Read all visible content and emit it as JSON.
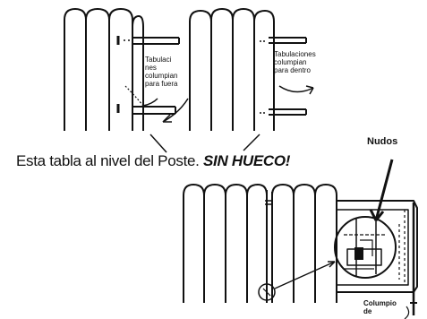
{
  "diagram": {
    "caption_main": "Esta tabla al nivel del Poste.",
    "caption_emphasis": "SIN HUECO!",
    "label_outward_lines": [
      "Tabulaci",
      "nes",
      "columpian",
      "para fuera"
    ],
    "label_inward_lines": [
      "Tabulaciones",
      "columpian",
      "para dentro"
    ],
    "label_knots": "Nudos",
    "label_swing_lines": [
      "Columpio",
      "de"
    ]
  }
}
